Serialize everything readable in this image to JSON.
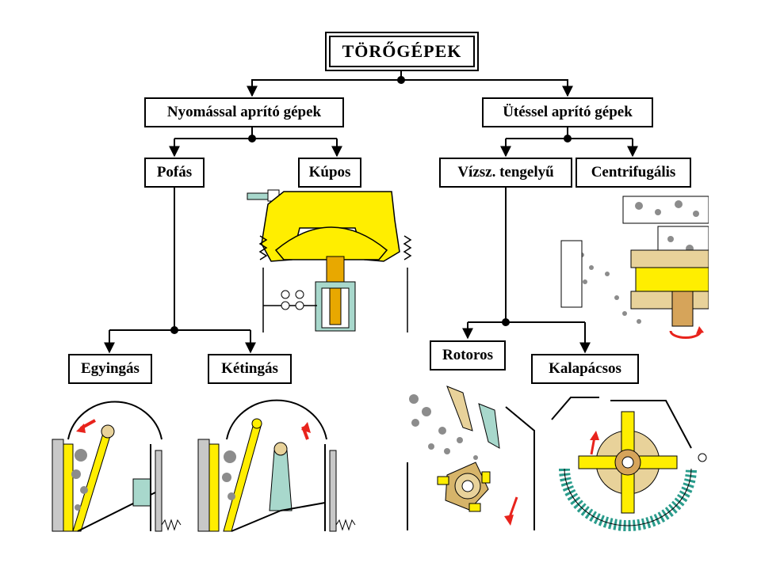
{
  "root": {
    "label": "TÖRŐGÉPEK"
  },
  "branches": {
    "pressure": {
      "label": "Nyomással aprító gépek"
    },
    "impact": {
      "label": "Ütéssel aprító gépek"
    }
  },
  "nodes": {
    "jaw": {
      "label": "Pofás"
    },
    "cone": {
      "label": "Kúpos"
    },
    "horizontal": {
      "label": "Vízsz. tengelyű"
    },
    "centrifugal": {
      "label": "Centrifugális"
    },
    "single_toggle": {
      "label": "Egyingás"
    },
    "double_toggle": {
      "label": "Kétingás"
    },
    "rotor": {
      "label": "Rotoros"
    },
    "hammer": {
      "label": "Kalapácsos"
    }
  },
  "colors": {
    "yellow": "#ffee00",
    "teal": "#a8d8cc",
    "rock": "#8c8c8c",
    "arrow": "#e8231c",
    "tan": "#e8d29a",
    "rotor": "#d6b46a"
  }
}
